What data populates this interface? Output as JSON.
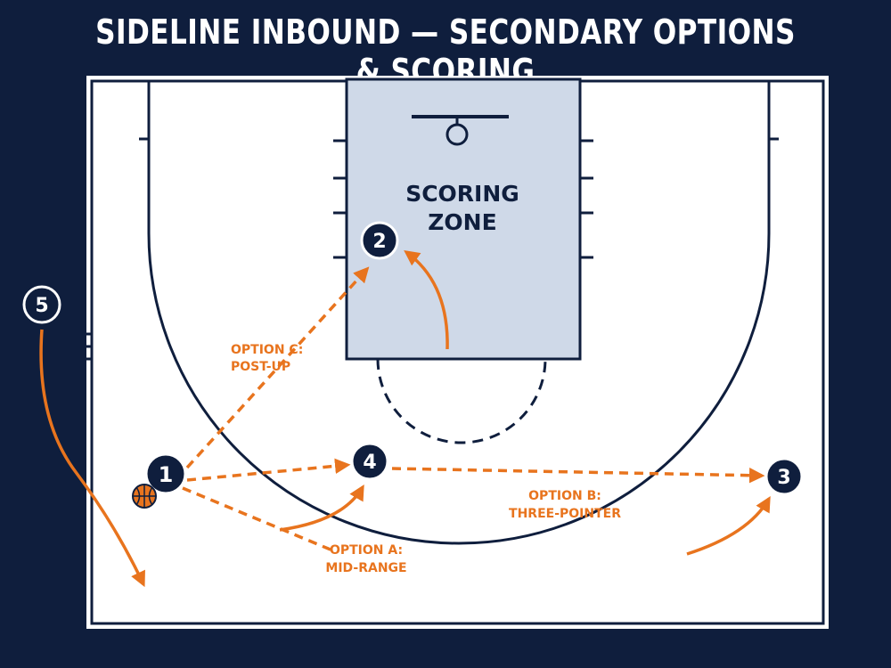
{
  "title": "SIDELINE INBOUND — SECONDARY OPTIONS & SCORING",
  "zone_label": [
    "SCORING",
    "ZONE"
  ],
  "players": {
    "p1": "1",
    "p2": "2",
    "p3": "3",
    "p4": "4",
    "p5": "5"
  },
  "options": {
    "a": [
      "OPTION A:",
      "MID-RANGE"
    ],
    "b": [
      "OPTION B:",
      "THREE-POINTER"
    ],
    "c": [
      "OPTION C:",
      "POST-UP"
    ]
  },
  "icons": {
    "ball": "basketball-icon",
    "hoop": "hoop-icon"
  },
  "colors": {
    "background": "#0f1e3d",
    "court": "#ffffff",
    "lines": "#0f1e3d",
    "paint": "#cfd9e8",
    "accent": "#e8741e",
    "player": "#0f1e3d"
  }
}
